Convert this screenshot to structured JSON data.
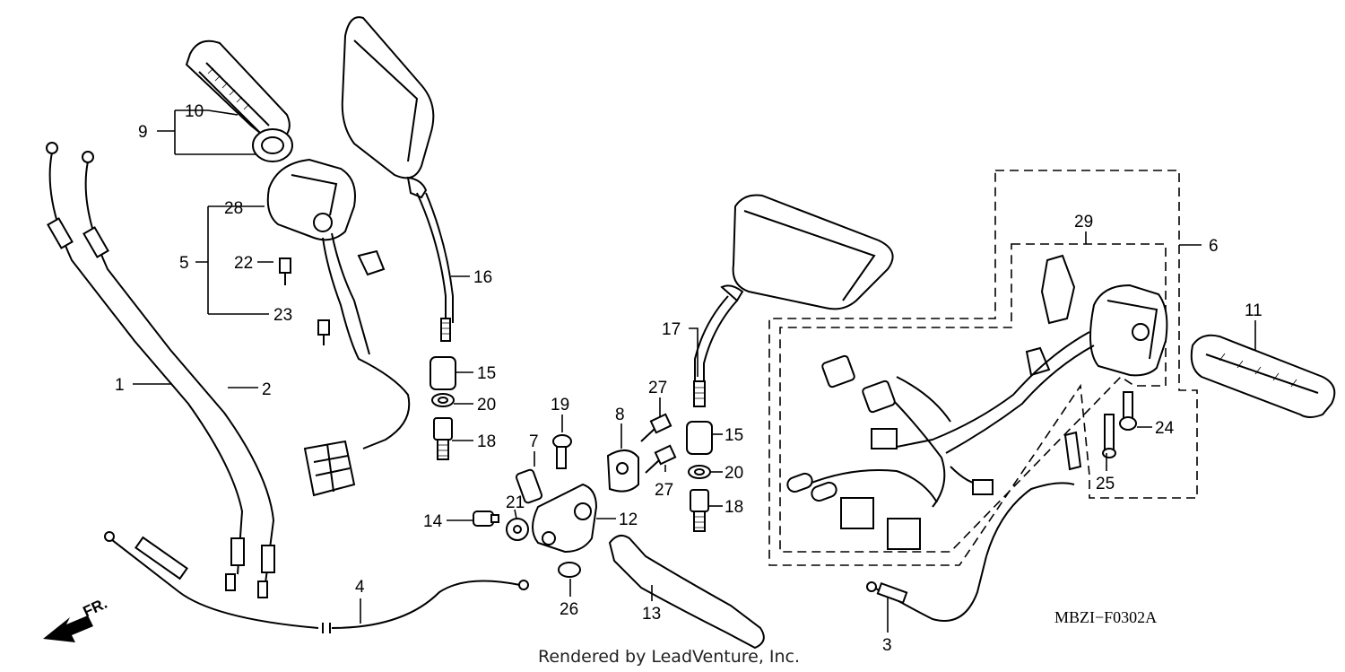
{
  "diagram": {
    "code": "MBZI−F0302A",
    "credit": "Rendered by LeadVenture, Inc.",
    "direction_label": "FR.",
    "callouts": {
      "c1": "1",
      "c2": "2",
      "c3": "3",
      "c4": "4",
      "c5": "5",
      "c6": "6",
      "c7": "7",
      "c8": "8",
      "c9": "9",
      "c10": "10",
      "c11": "11",
      "c12": "12",
      "c13": "13",
      "c14": "14",
      "c15a": "15",
      "c15b": "15",
      "c16": "16",
      "c17": "17",
      "c18a": "18",
      "c18b": "18",
      "c19": "19",
      "c20a": "20",
      "c20b": "20",
      "c21": "21",
      "c22": "22",
      "c23": "23",
      "c24": "24",
      "c25": "25",
      "c26": "26",
      "c27a": "27",
      "c27b": "27",
      "c28": "28",
      "c29": "29"
    }
  }
}
